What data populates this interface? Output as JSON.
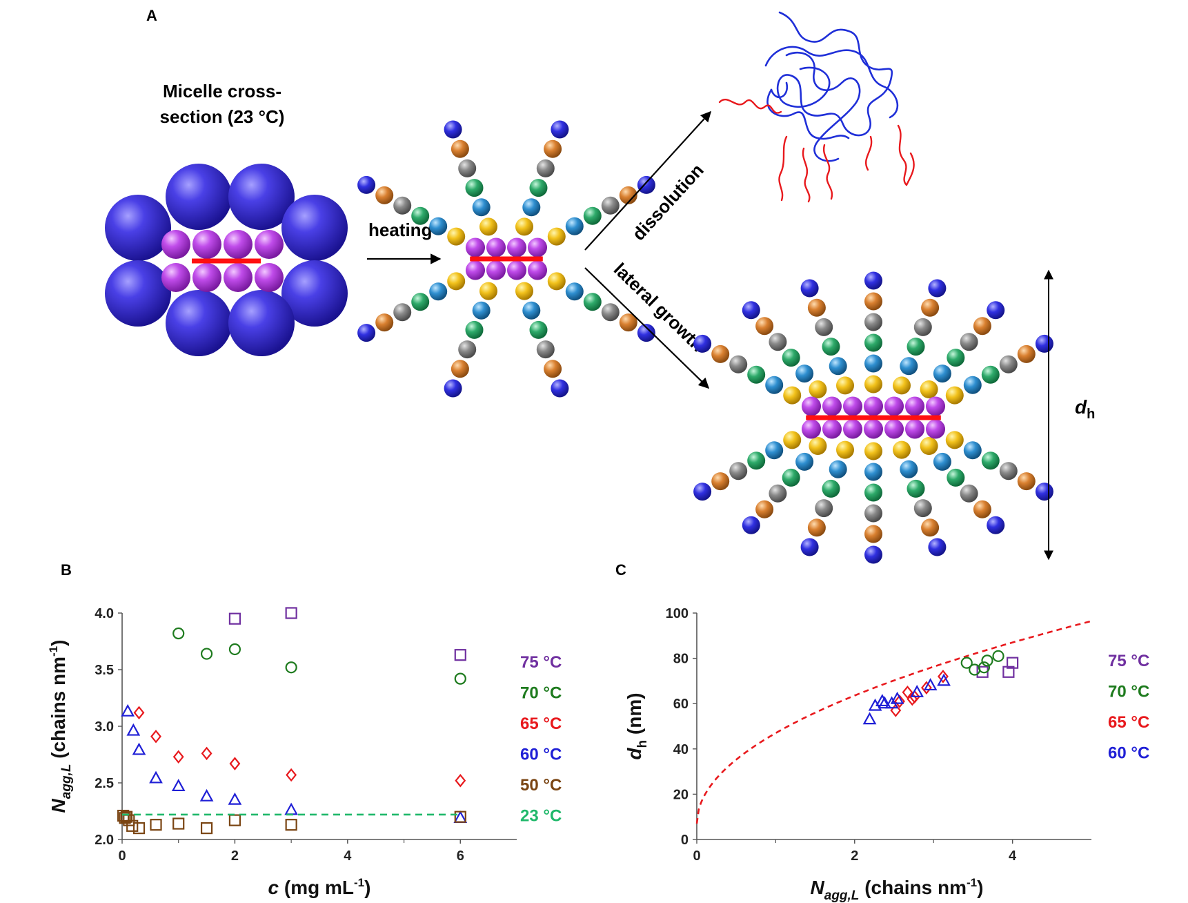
{
  "panel_a": {
    "label": "A",
    "title_line1": "Micelle cross-",
    "title_line2": "section (23 °C)",
    "arrow_heating": "heating",
    "arrow_dissolution": "dissolution",
    "arrow_lateral": "lateral growth",
    "dh_symbol": "d",
    "dh_sub": "h"
  },
  "chart_data": [
    {
      "panel": "B",
      "type": "scatter",
      "xlabel_var": "c",
      "xlabel_unit": " (mg mL",
      "xlabel_sup": "-1",
      "xlabel_close": ")",
      "ylabel_var": "N",
      "ylabel_sub": "agg,L",
      "ylabel_unit": " (chains nm",
      "ylabel_sup": "-1",
      "ylabel_close": ")",
      "xlim": [
        0,
        7
      ],
      "ylim": [
        2.0,
        4.0
      ],
      "xticks": [
        "0",
        "2",
        "4",
        "6"
      ],
      "yticks": [
        "2.0",
        "2.5",
        "3.0",
        "3.5",
        "4.0"
      ],
      "grid": false,
      "legend_position": "right",
      "series": [
        {
          "name": "75 °C",
          "color": "#7030a0",
          "marker": "square",
          "points": [
            [
              2.0,
              3.95
            ],
            [
              3.0,
              4.0
            ],
            [
              6.0,
              3.63
            ]
          ]
        },
        {
          "name": "70 °C",
          "color": "#1e7b1e",
          "marker": "circle",
          "points": [
            [
              1.0,
              3.82
            ],
            [
              1.5,
              3.64
            ],
            [
              2.0,
              3.68
            ],
            [
              3.0,
              3.52
            ],
            [
              6.0,
              3.42
            ]
          ]
        },
        {
          "name": "65 °C",
          "color": "#e8191d",
          "marker": "diamond",
          "points": [
            [
              0.3,
              3.12
            ],
            [
              0.6,
              2.91
            ],
            [
              1.0,
              2.73
            ],
            [
              1.5,
              2.76
            ],
            [
              2.0,
              2.67
            ],
            [
              3.0,
              2.57
            ],
            [
              6.0,
              2.52
            ]
          ]
        },
        {
          "name": "60 °C",
          "color": "#1f1fd6",
          "marker": "triangle",
          "points": [
            [
              0.1,
              3.13
            ],
            [
              0.2,
              2.96
            ],
            [
              0.3,
              2.79
            ],
            [
              0.6,
              2.54
            ],
            [
              1.0,
              2.47
            ],
            [
              1.5,
              2.38
            ],
            [
              2.0,
              2.35
            ],
            [
              3.0,
              2.26
            ],
            [
              6.0,
              2.19
            ]
          ]
        },
        {
          "name": "50 °C",
          "color": "#7a4513",
          "marker": "square",
          "points": [
            [
              0.02,
              2.21
            ],
            [
              0.05,
              2.19
            ],
            [
              0.08,
              2.2
            ],
            [
              0.12,
              2.17
            ],
            [
              0.18,
              2.12
            ],
            [
              0.3,
              2.1
            ],
            [
              0.6,
              2.13
            ],
            [
              1.0,
              2.14
            ],
            [
              1.5,
              2.1
            ],
            [
              2.0,
              2.17
            ],
            [
              3.0,
              2.13
            ],
            [
              6.0,
              2.2
            ]
          ]
        },
        {
          "name": "23 °C",
          "color": "#1fb86a",
          "marker": "dashed-line",
          "points": [
            [
              0,
              2.22
            ],
            [
              6.0,
              2.22
            ]
          ]
        }
      ]
    },
    {
      "panel": "C",
      "type": "scatter",
      "xlabel_var": "N",
      "xlabel_sub": "agg,L",
      "xlabel_unit": " (chains nm",
      "xlabel_sup": "-1",
      "xlabel_close": ")",
      "ylabel_var": "d",
      "ylabel_sub": "h",
      "ylabel_unit": " (nm)",
      "xlim": [
        0,
        5
      ],
      "ylim": [
        0,
        100
      ],
      "xticks": [
        "0",
        "2",
        "4"
      ],
      "yticks": [
        "0",
        "20",
        "40",
        "60",
        "80",
        "100"
      ],
      "grid": false,
      "legend_position": "right",
      "fit": {
        "color": "#e8191d",
        "style": "dashed",
        "form": "power",
        "a": 7.0,
        "b": 40.0,
        "exp": 0.5
      },
      "series": [
        {
          "name": "75 °C",
          "color": "#7030a0",
          "marker": "square",
          "points": [
            [
              3.62,
              74
            ],
            [
              3.95,
              74
            ],
            [
              4.0,
              78
            ]
          ]
        },
        {
          "name": "70 °C",
          "color": "#1e7b1e",
          "marker": "circle",
          "points": [
            [
              3.42,
              78
            ],
            [
              3.52,
              75
            ],
            [
              3.64,
              76
            ],
            [
              3.68,
              79
            ],
            [
              3.82,
              81
            ]
          ]
        },
        {
          "name": "65 °C",
          "color": "#e8191d",
          "marker": "diamond",
          "points": [
            [
              2.52,
              57
            ],
            [
              2.57,
              61
            ],
            [
              2.67,
              65
            ],
            [
              2.73,
              62
            ],
            [
              2.76,
              63
            ],
            [
              2.91,
              67
            ],
            [
              3.12,
              72
            ]
          ]
        },
        {
          "name": "60 °C",
          "color": "#1f1fd6",
          "marker": "triangle",
          "points": [
            [
              2.19,
              53
            ],
            [
              2.26,
              59
            ],
            [
              2.35,
              61
            ],
            [
              2.38,
              60
            ],
            [
              2.47,
              60
            ],
            [
              2.54,
              62
            ],
            [
              2.79,
              65
            ],
            [
              2.96,
              68
            ],
            [
              3.13,
              70
            ]
          ]
        }
      ]
    }
  ],
  "colors": {
    "corona_blue": "#3b2fd6",
    "core_purple": "#b63fe0",
    "crystal_red": "#ff1010",
    "chain_palette": [
      "#f0c020",
      "#2f8fd0",
      "#2eaa6a",
      "#8a8a8a",
      "#d98030",
      "#3030e0"
    ],
    "dissolved_blue": "#1f2fd8",
    "dissolved_red": "#e8191d"
  }
}
